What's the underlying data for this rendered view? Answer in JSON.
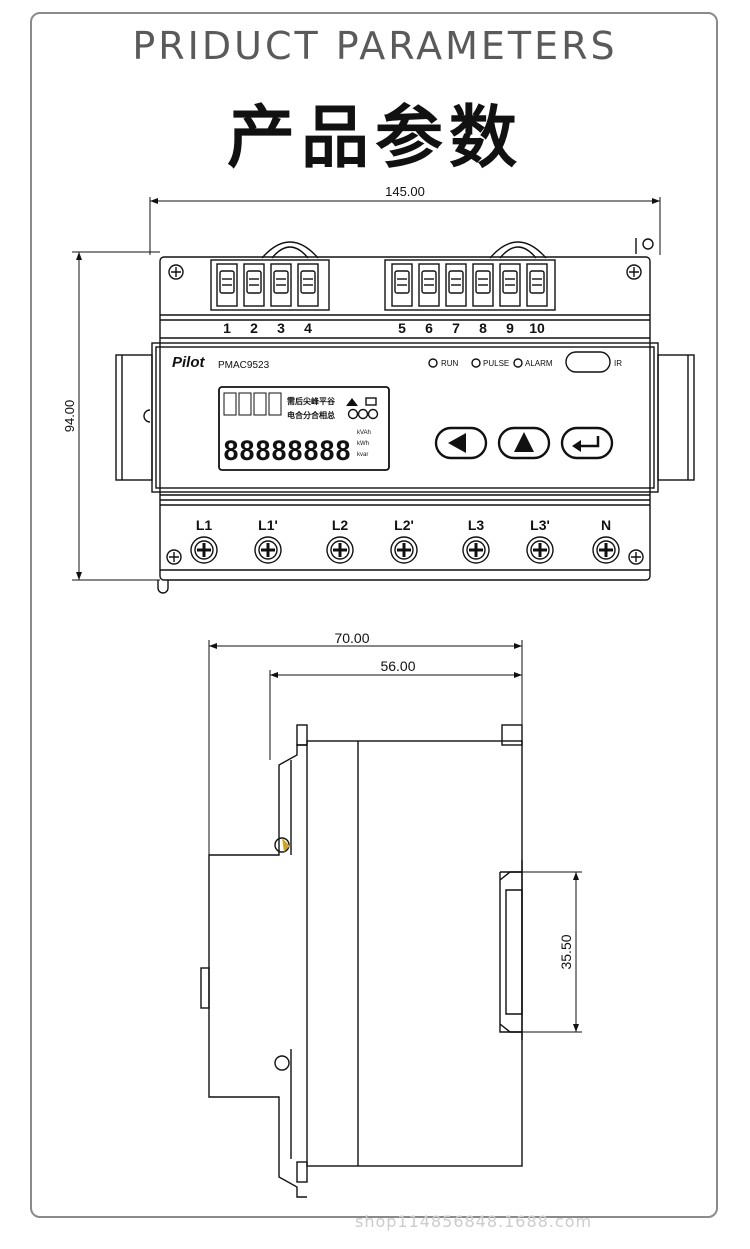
{
  "header": {
    "title_en": "PRIDUCT PARAMETERS",
    "title_cn": "产品参数"
  },
  "front_view": {
    "width_dim": "145.00",
    "height_dim": "94.00",
    "brand": "Pilot",
    "model": "PMAC9523",
    "indicators": [
      "RUN",
      "PULSE",
      "ALARM",
      "IR"
    ],
    "top_terminals_left": [
      "1",
      "2",
      "3",
      "4"
    ],
    "top_terminals_right": [
      "5",
      "6",
      "7",
      "8",
      "9",
      "10"
    ],
    "bottom_terminals": [
      "L1",
      "L1'",
      "L2",
      "L2'",
      "L3",
      "L3'",
      "N"
    ],
    "lcd_row1_labels": "需后尖峰平谷",
    "lcd_row2_labels": "电合分合相总",
    "lcd_digits": "88888888",
    "lcd_units": [
      "kVAh",
      "kWh",
      "kvar"
    ],
    "buttons": [
      "left-arrow",
      "up-arrow",
      "enter"
    ]
  },
  "side_view": {
    "depth_dim": "70.00",
    "body_dim": "56.00",
    "rail_dim": "35.50"
  },
  "watermark": "shop114856848.1688.com"
}
